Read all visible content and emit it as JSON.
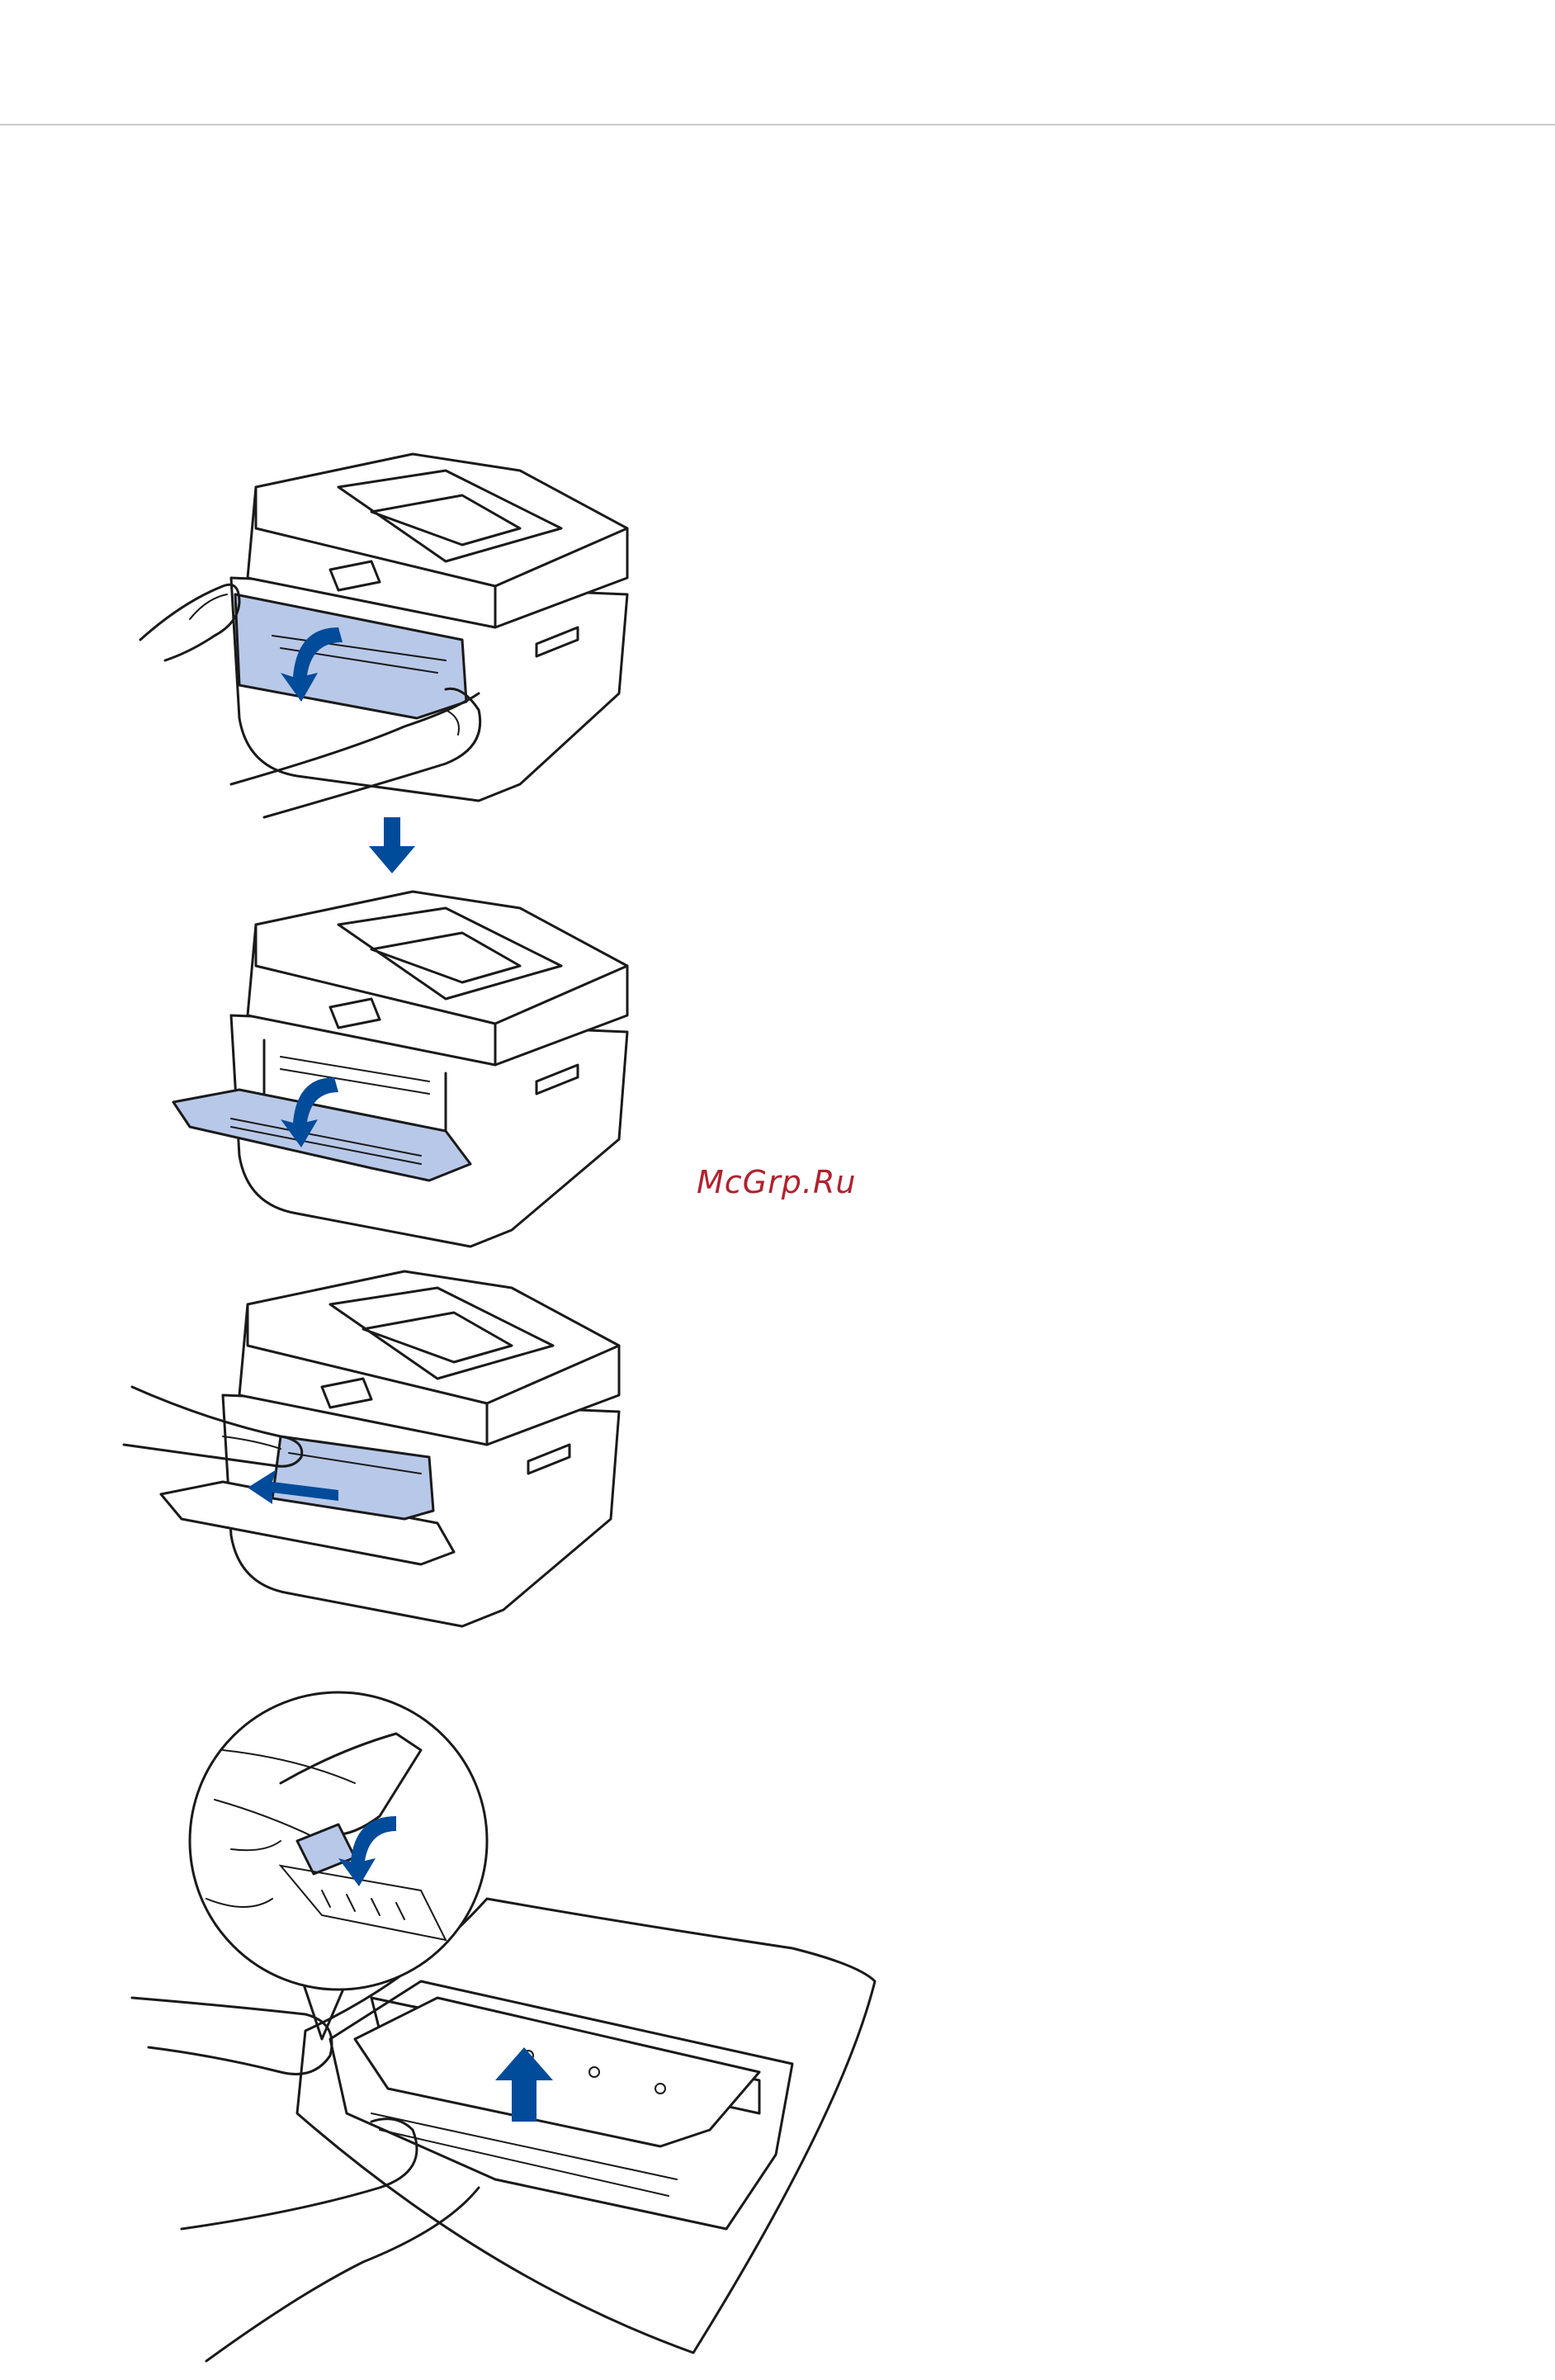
{
  "watermark": {
    "text": "McGrp.Ru",
    "color": "#b0222e"
  },
  "colors": {
    "arrow": "#004b9a",
    "highlight": "#b8c8e8",
    "line": "#1a1a1a",
    "rule": "#cccccc"
  },
  "figures": [
    {
      "name": "printer-open-front-cover",
      "icon": "curved-arrow-down"
    },
    {
      "name": "printer-cover-open",
      "icon": "curved-arrow-down"
    },
    {
      "name": "printer-remove-drum",
      "icon": "arrow-left"
    },
    {
      "name": "drum-unit-press-lever",
      "icon": "arrow-up"
    }
  ],
  "step_arrow_icon": "arrow-down"
}
